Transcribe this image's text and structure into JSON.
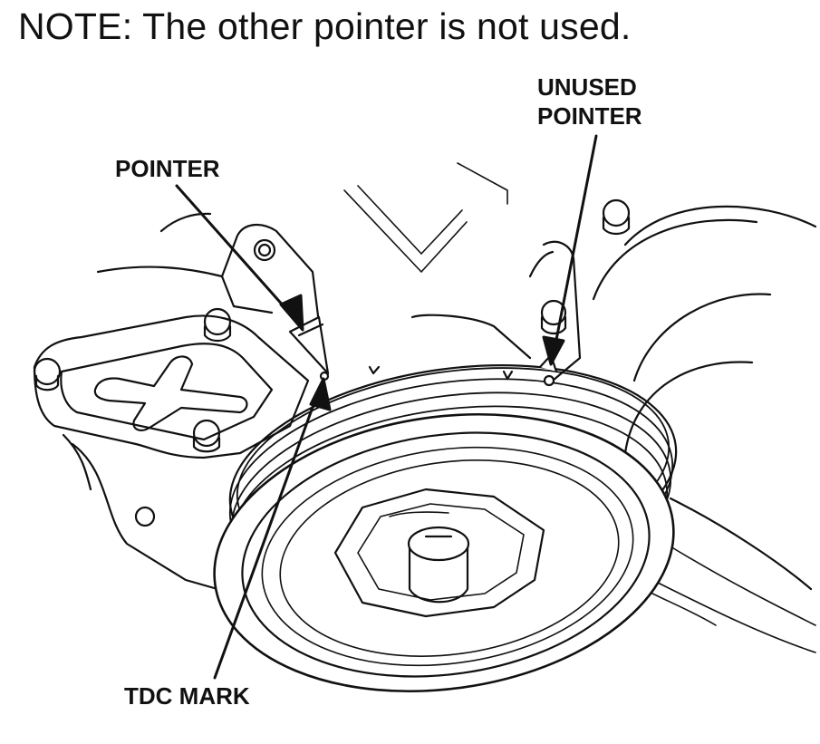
{
  "note": "NOTE: The other pointer is not used.",
  "callouts": {
    "pointer": "POINTER",
    "unused_pointer_line1": "UNUSED",
    "unused_pointer_line2": "POINTER",
    "tdc_mark": "TDC MARK"
  }
}
